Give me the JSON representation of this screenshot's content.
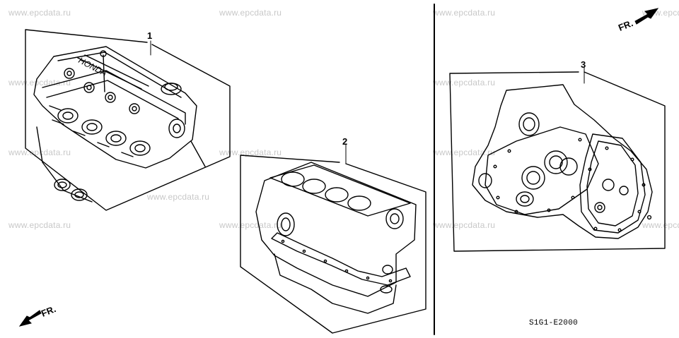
{
  "watermark": "www.epcdata.ru",
  "callouts": {
    "p1": "1",
    "p2": "2",
    "p3": "3"
  },
  "direction": {
    "fr_right": "FR.",
    "fr_left": "FR."
  },
  "diagram_code": "S1G1-E2000",
  "icons": {
    "arrow": "direction-arrow-icon"
  }
}
